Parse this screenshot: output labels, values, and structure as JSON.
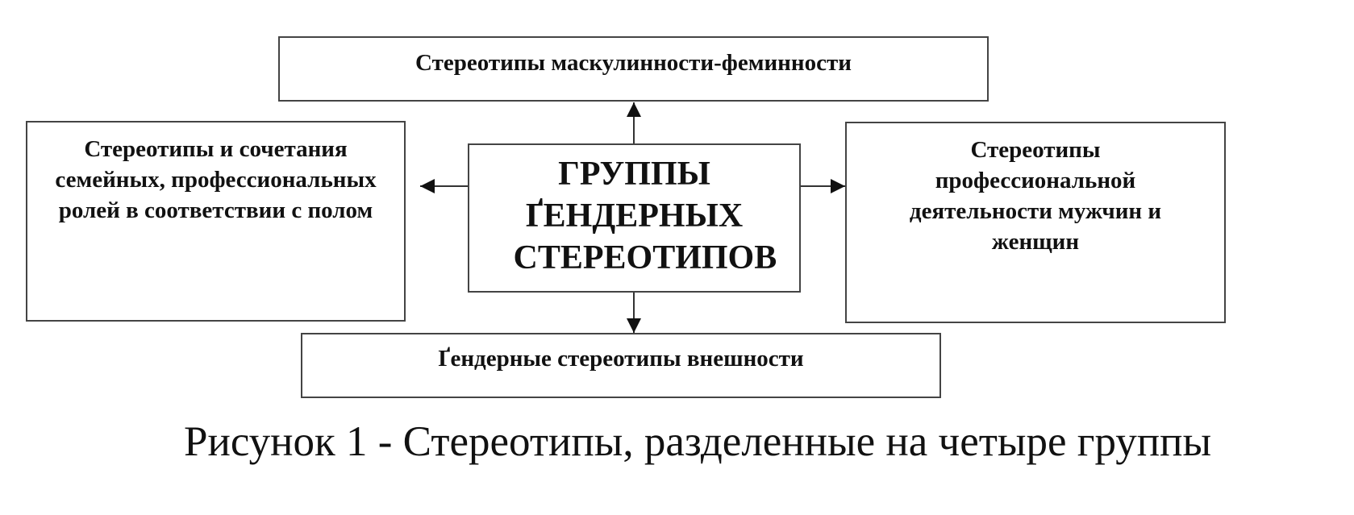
{
  "diagram": {
    "center": "ГРУППЫ ҐЕНДЕРНЫХ СТЕРЕОТИПОВ",
    "top": "Стереотипы маскулинности-феминности",
    "left": "Стереотипы и сочетания семейных, профессиональных ролей в соответствии с полом",
    "right": "Стереотипы профессиональной деятельности мужчин и женщин",
    "bottom": "Ґендерные стереотипы внешности"
  },
  "caption": "Рисунок 1 - Стереотипы, разделенные на четыре группы"
}
